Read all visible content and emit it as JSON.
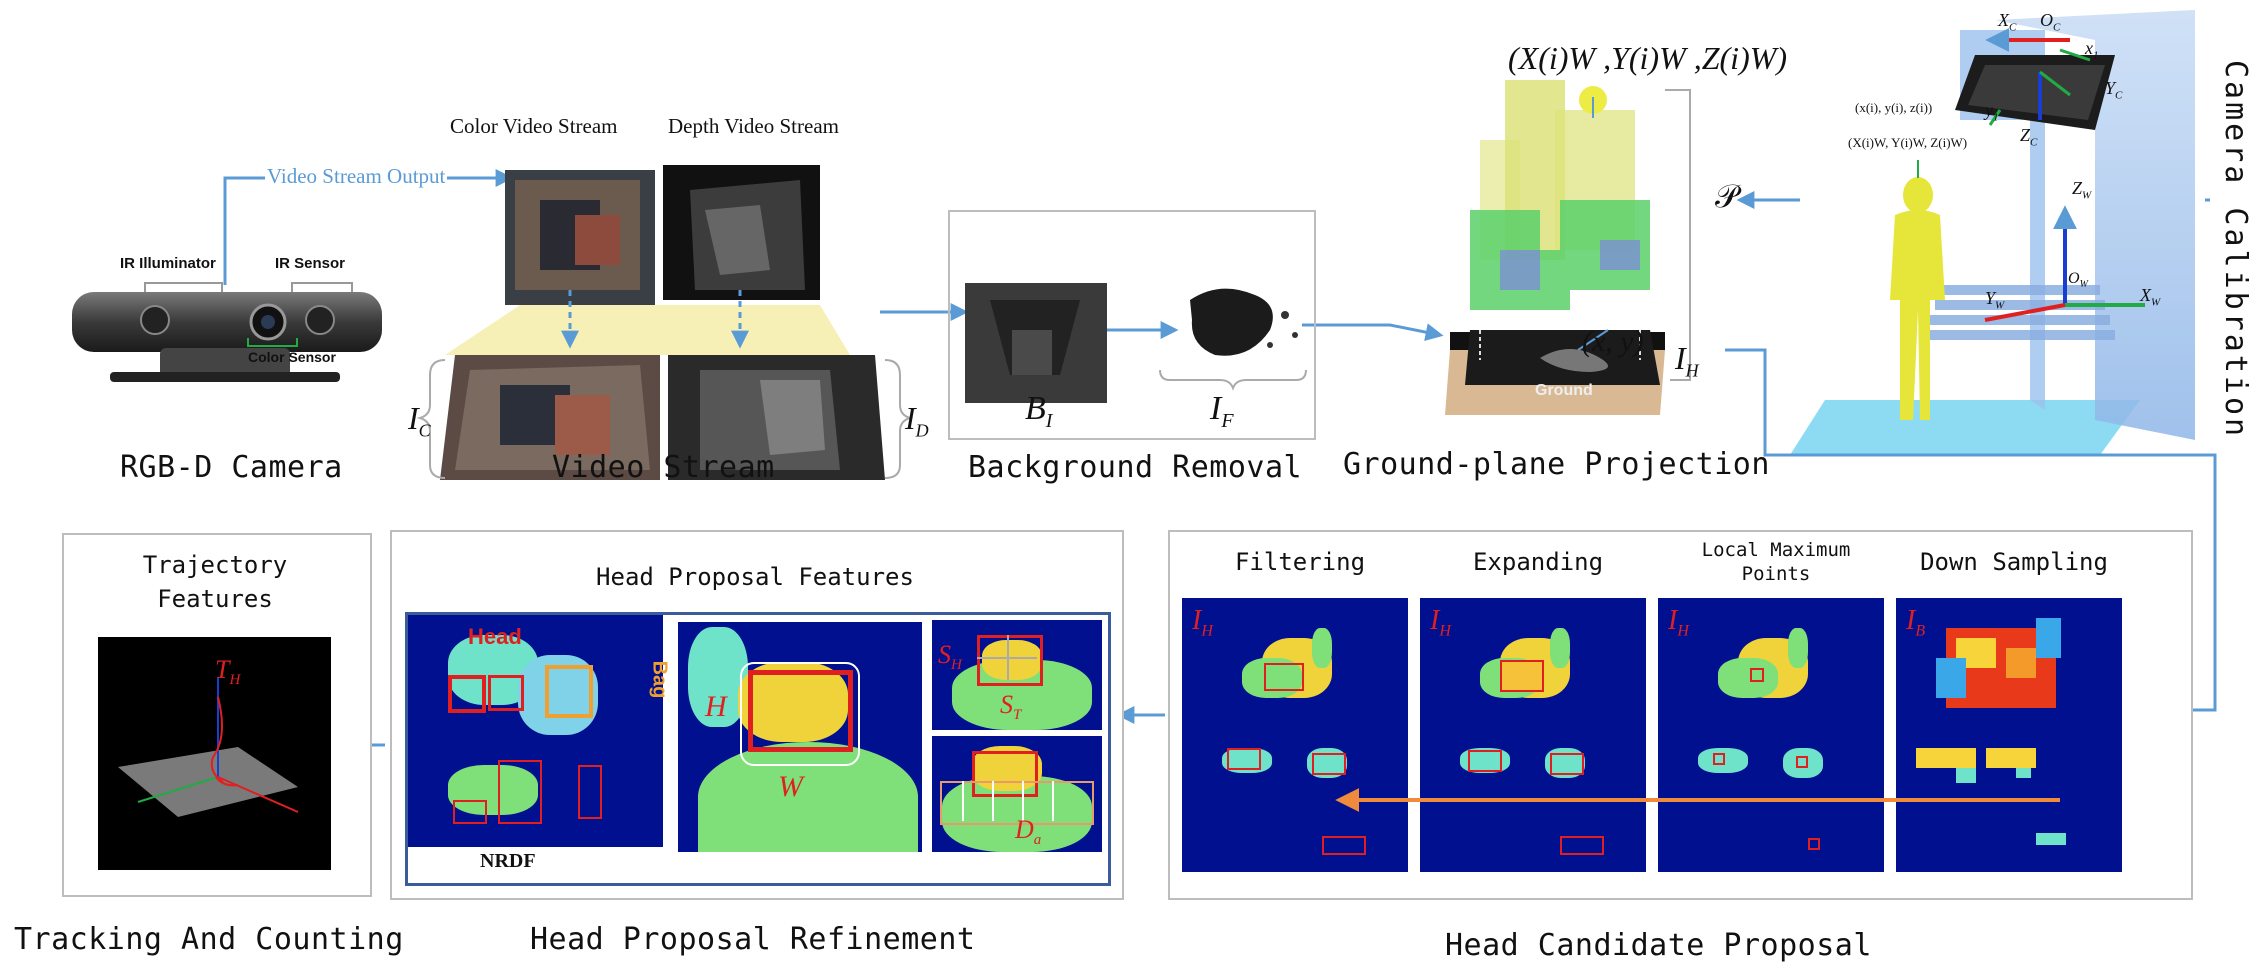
{
  "stages": {
    "camera": "RGB-D Camera",
    "video": "Video Stream",
    "background": "Background Removal",
    "ground": "Ground-plane Projection",
    "calibration": "Camera Calibration",
    "candidate": "Head Candidate Proposal",
    "refinement": "Head Proposal Refinement",
    "tracking": "Tracking And Counting"
  },
  "camera_labels": {
    "ir_illuminator": "IR Illuminator",
    "ir_sensor": "IR Sensor",
    "color_sensor": "Color Sensor",
    "video_output": "Video Stream Output"
  },
  "video_labels": {
    "color": "Color Video Stream",
    "depth": "Depth Video Stream",
    "ic": "I",
    "ic_sub": "C",
    "id": "I",
    "id_sub": "D"
  },
  "background_labels": {
    "bi": "B",
    "bi_sub": "I",
    "if": "I",
    "if_sub": "F"
  },
  "ground_labels": {
    "world_point": "(X(i)W ,Y(i)W ,Z(i)W)",
    "xy": "(x, y)",
    "ih": "I",
    "ih_sub": "H",
    "ground": "Ground"
  },
  "calibration_labels": {
    "p": "𝒫",
    "xc": "X",
    "xc_sub": "C",
    "oc": "O",
    "oc_sub": "C",
    "x1": "x",
    "x1_sub": "1",
    "y1": "y",
    "y1_sub": "1",
    "yc": "Y",
    "yc_sub": "C",
    "zc": "Z",
    "zc_sub": "C",
    "img_pt": "(x(i), y(i), z(i))",
    "world_pt": "(X(i)W, Y(i)W, Z(i)W)",
    "zw": "Z",
    "zw_sub": "W",
    "ow": "O",
    "ow_sub": "W",
    "xw": "X",
    "xw_sub": "W",
    "yw": "Y",
    "yw_sub": "W"
  },
  "candidate_panels": [
    {
      "title": "Filtering",
      "tag": "I",
      "tag_sub": "H"
    },
    {
      "title": "Expanding",
      "tag": "I",
      "tag_sub": "H"
    },
    {
      "title": "Local Maximum\nPoints",
      "tag": "I",
      "tag_sub": "H"
    },
    {
      "title": "Down Sampling",
      "tag": "I",
      "tag_sub": "B"
    }
  ],
  "refinement_labels": {
    "title": "Head Proposal Features",
    "head": "Head",
    "bag": "Bag",
    "h": "H",
    "w": "W",
    "sh": "S",
    "sh_sub": "H",
    "st": "S",
    "st_sub": "T",
    "da": "D",
    "da_sub": "a",
    "nrdf": "NRDF"
  },
  "tracking_labels": {
    "title_line1": "Trajectory",
    "title_line2": "Features",
    "th": "T",
    "th_sub": "H"
  },
  "colors": {
    "arrow_blue": "#5b9bd5",
    "arrow_orange": "#f08a3c",
    "heat_bg": "#00108f",
    "red": "#e02020"
  }
}
